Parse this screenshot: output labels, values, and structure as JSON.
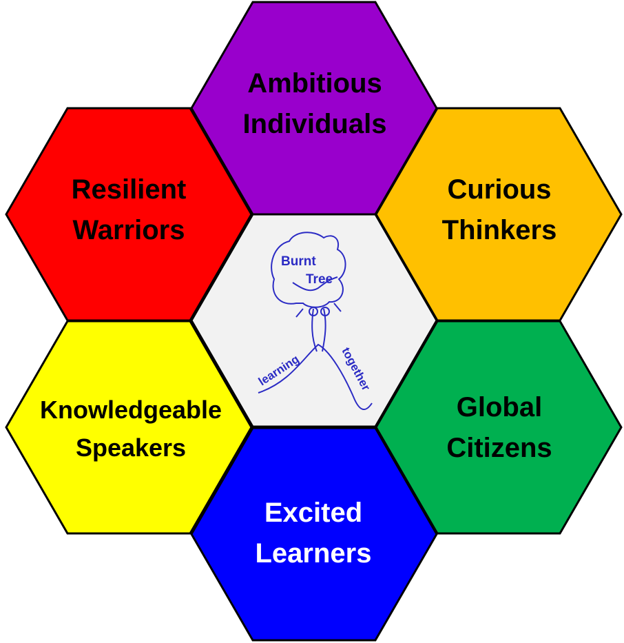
{
  "hexagons": [
    {
      "id": "ambitious",
      "lines": [
        "Ambitious",
        "Individuals"
      ],
      "color": "#9900cc",
      "text_color": "#000000"
    },
    {
      "id": "resilient",
      "lines": [
        "Resilient",
        "Warriors"
      ],
      "color": "#ff0000",
      "text_color": "#000000"
    },
    {
      "id": "curious",
      "lines": [
        "Curious",
        "Thinkers"
      ],
      "color": "#ffc000",
      "text_color": "#000000"
    },
    {
      "id": "knowledgeable",
      "lines": [
        "Knowledgeable",
        "Speakers"
      ],
      "color": "#ffff00",
      "text_color": "#000000"
    },
    {
      "id": "global",
      "lines": [
        "Global",
        "Citizens"
      ],
      "color": "#00b050",
      "text_color": "#000000"
    },
    {
      "id": "excited",
      "lines": [
        "Excited",
        "Learners"
      ],
      "color": "#0000ff",
      "text_color": "#ffffff"
    }
  ],
  "logo": {
    "name_line1": "Burnt",
    "name_line2": "Tree",
    "motto_left": "learning",
    "motto_right": "together",
    "background": "#f2f2f2",
    "ink": "#2b2bc4"
  }
}
